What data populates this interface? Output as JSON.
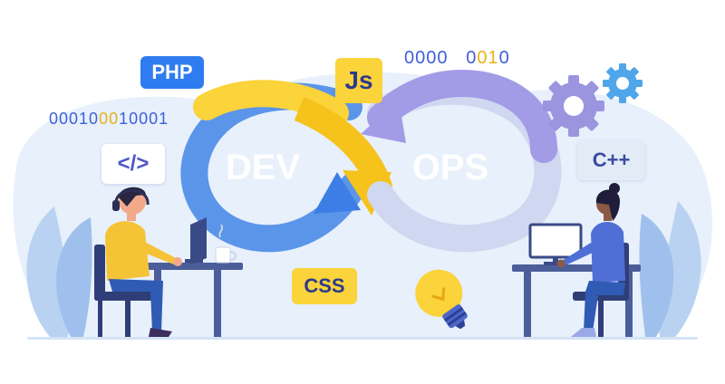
{
  "tags": {
    "php": "PHP",
    "js": "Js",
    "css": "CSS",
    "cpp": "C++",
    "code": "</>"
  },
  "infinity": {
    "dev_label": "DEV",
    "ops_label": "OPS"
  },
  "binary_left": {
    "part1": "00010",
    "part2": "00",
    "part3": "10001"
  },
  "binary_top": {
    "part1": "0000 ",
    "part2": "0",
    "part3": "01",
    "part4": "0"
  },
  "icons": {
    "gear_large": "gear-icon",
    "gear_small": "gear-icon",
    "lightbulb": "lightbulb-icon",
    "coffee": "coffee-cup-icon"
  },
  "colors": {
    "yellow": "#fbd33a",
    "blue": "#2e7cf0",
    "purple": "#a29be6",
    "light_blue_bg": "#e7f0fb",
    "binary_blue": "#3f5fd8",
    "binary_highlight": "#e9b316"
  }
}
